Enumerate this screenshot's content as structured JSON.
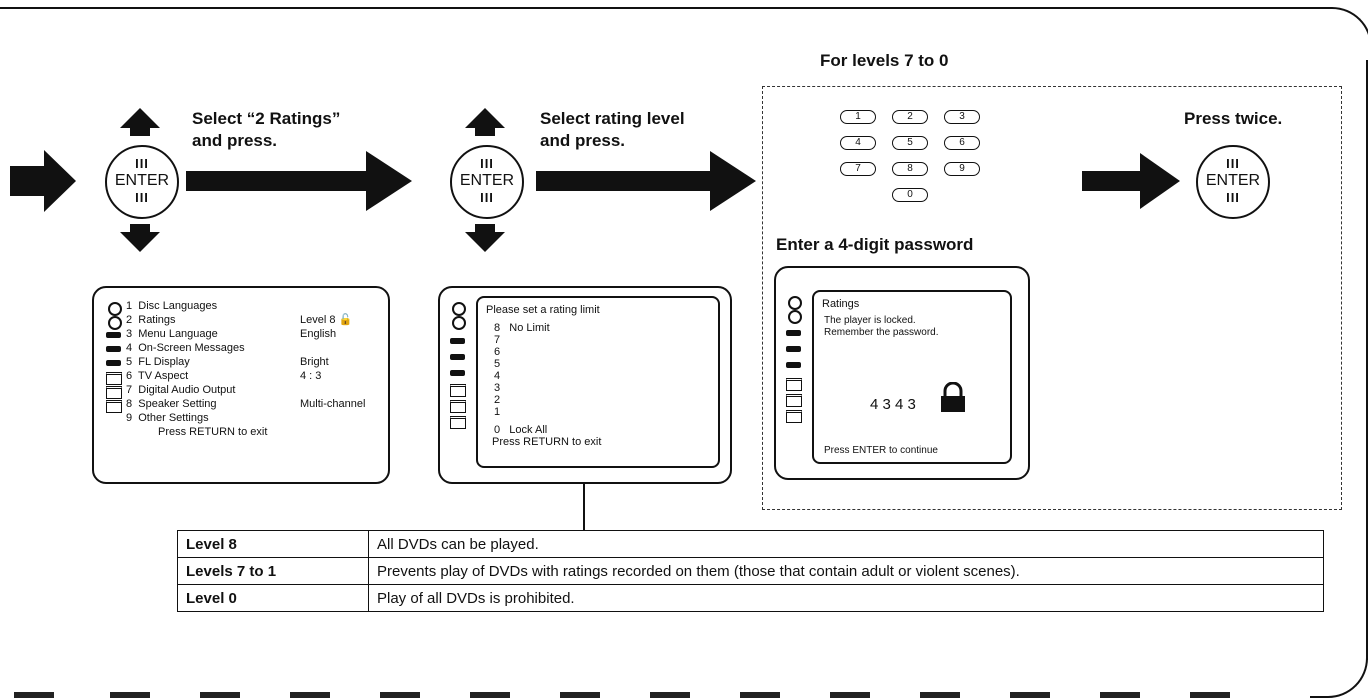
{
  "steps": {
    "step1_instruction_line1": "Select “2 Ratings”",
    "step1_instruction_line2": "and press.",
    "step2_instruction_line1": "Select rating level",
    "step2_instruction_line2": "and press.",
    "levels_heading": "For levels 7 to 0",
    "password_instruction": "Enter a 4-digit password",
    "press_twice": "Press twice."
  },
  "enter_button": {
    "label": "ENTER",
    "marks": "III"
  },
  "menu_screen": {
    "items": [
      {
        "num": "1",
        "label": "Disc Languages",
        "value": ""
      },
      {
        "num": "2",
        "label": "Ratings",
        "value": "Level  8"
      },
      {
        "num": "3",
        "label": "Menu Language",
        "value": "English"
      },
      {
        "num": "4",
        "label": "On-Screen Messages",
        "value": ""
      },
      {
        "num": "5",
        "label": "FL Display",
        "value": "Bright"
      },
      {
        "num": "6",
        "label": "TV Aspect",
        "value": "4 : 3"
      },
      {
        "num": "7",
        "label": "Digital Audio Output",
        "value": ""
      },
      {
        "num": "8",
        "label": "Speaker Setting",
        "value": "Multi-channel"
      },
      {
        "num": "9",
        "label": "Other Settings",
        "value": ""
      }
    ],
    "footer": "Press RETURN to exit"
  },
  "rating_screen": {
    "title": "Please set a rating limit",
    "levels": [
      {
        "num": "8",
        "label": "No Limit"
      },
      {
        "num": "7",
        "label": ""
      },
      {
        "num": "6",
        "label": ""
      },
      {
        "num": "5",
        "label": ""
      },
      {
        "num": "4",
        "label": ""
      },
      {
        "num": "3",
        "label": ""
      },
      {
        "num": "2",
        "label": ""
      },
      {
        "num": "1",
        "label": ""
      },
      {
        "num": "0",
        "label": "Lock All"
      }
    ],
    "footer": "Press RETURN to exit"
  },
  "password_screen": {
    "title": "Ratings",
    "line1": "The player is locked.",
    "line2": "Remember the password.",
    "password": "4 3 4 3",
    "footer": "Press ENTER to continue"
  },
  "keypad": [
    "1",
    "2",
    "3",
    "4",
    "5",
    "6",
    "7",
    "8",
    "9",
    "0"
  ],
  "levels_table": [
    {
      "level": "Level 8",
      "description": "All DVDs can be played."
    },
    {
      "level": "Levels 7 to 1",
      "description": "Prevents play of DVDs with ratings recorded on them (those that contain adult or violent scenes)."
    },
    {
      "level": "Level 0",
      "description": "Play of all DVDs is prohibited."
    }
  ]
}
